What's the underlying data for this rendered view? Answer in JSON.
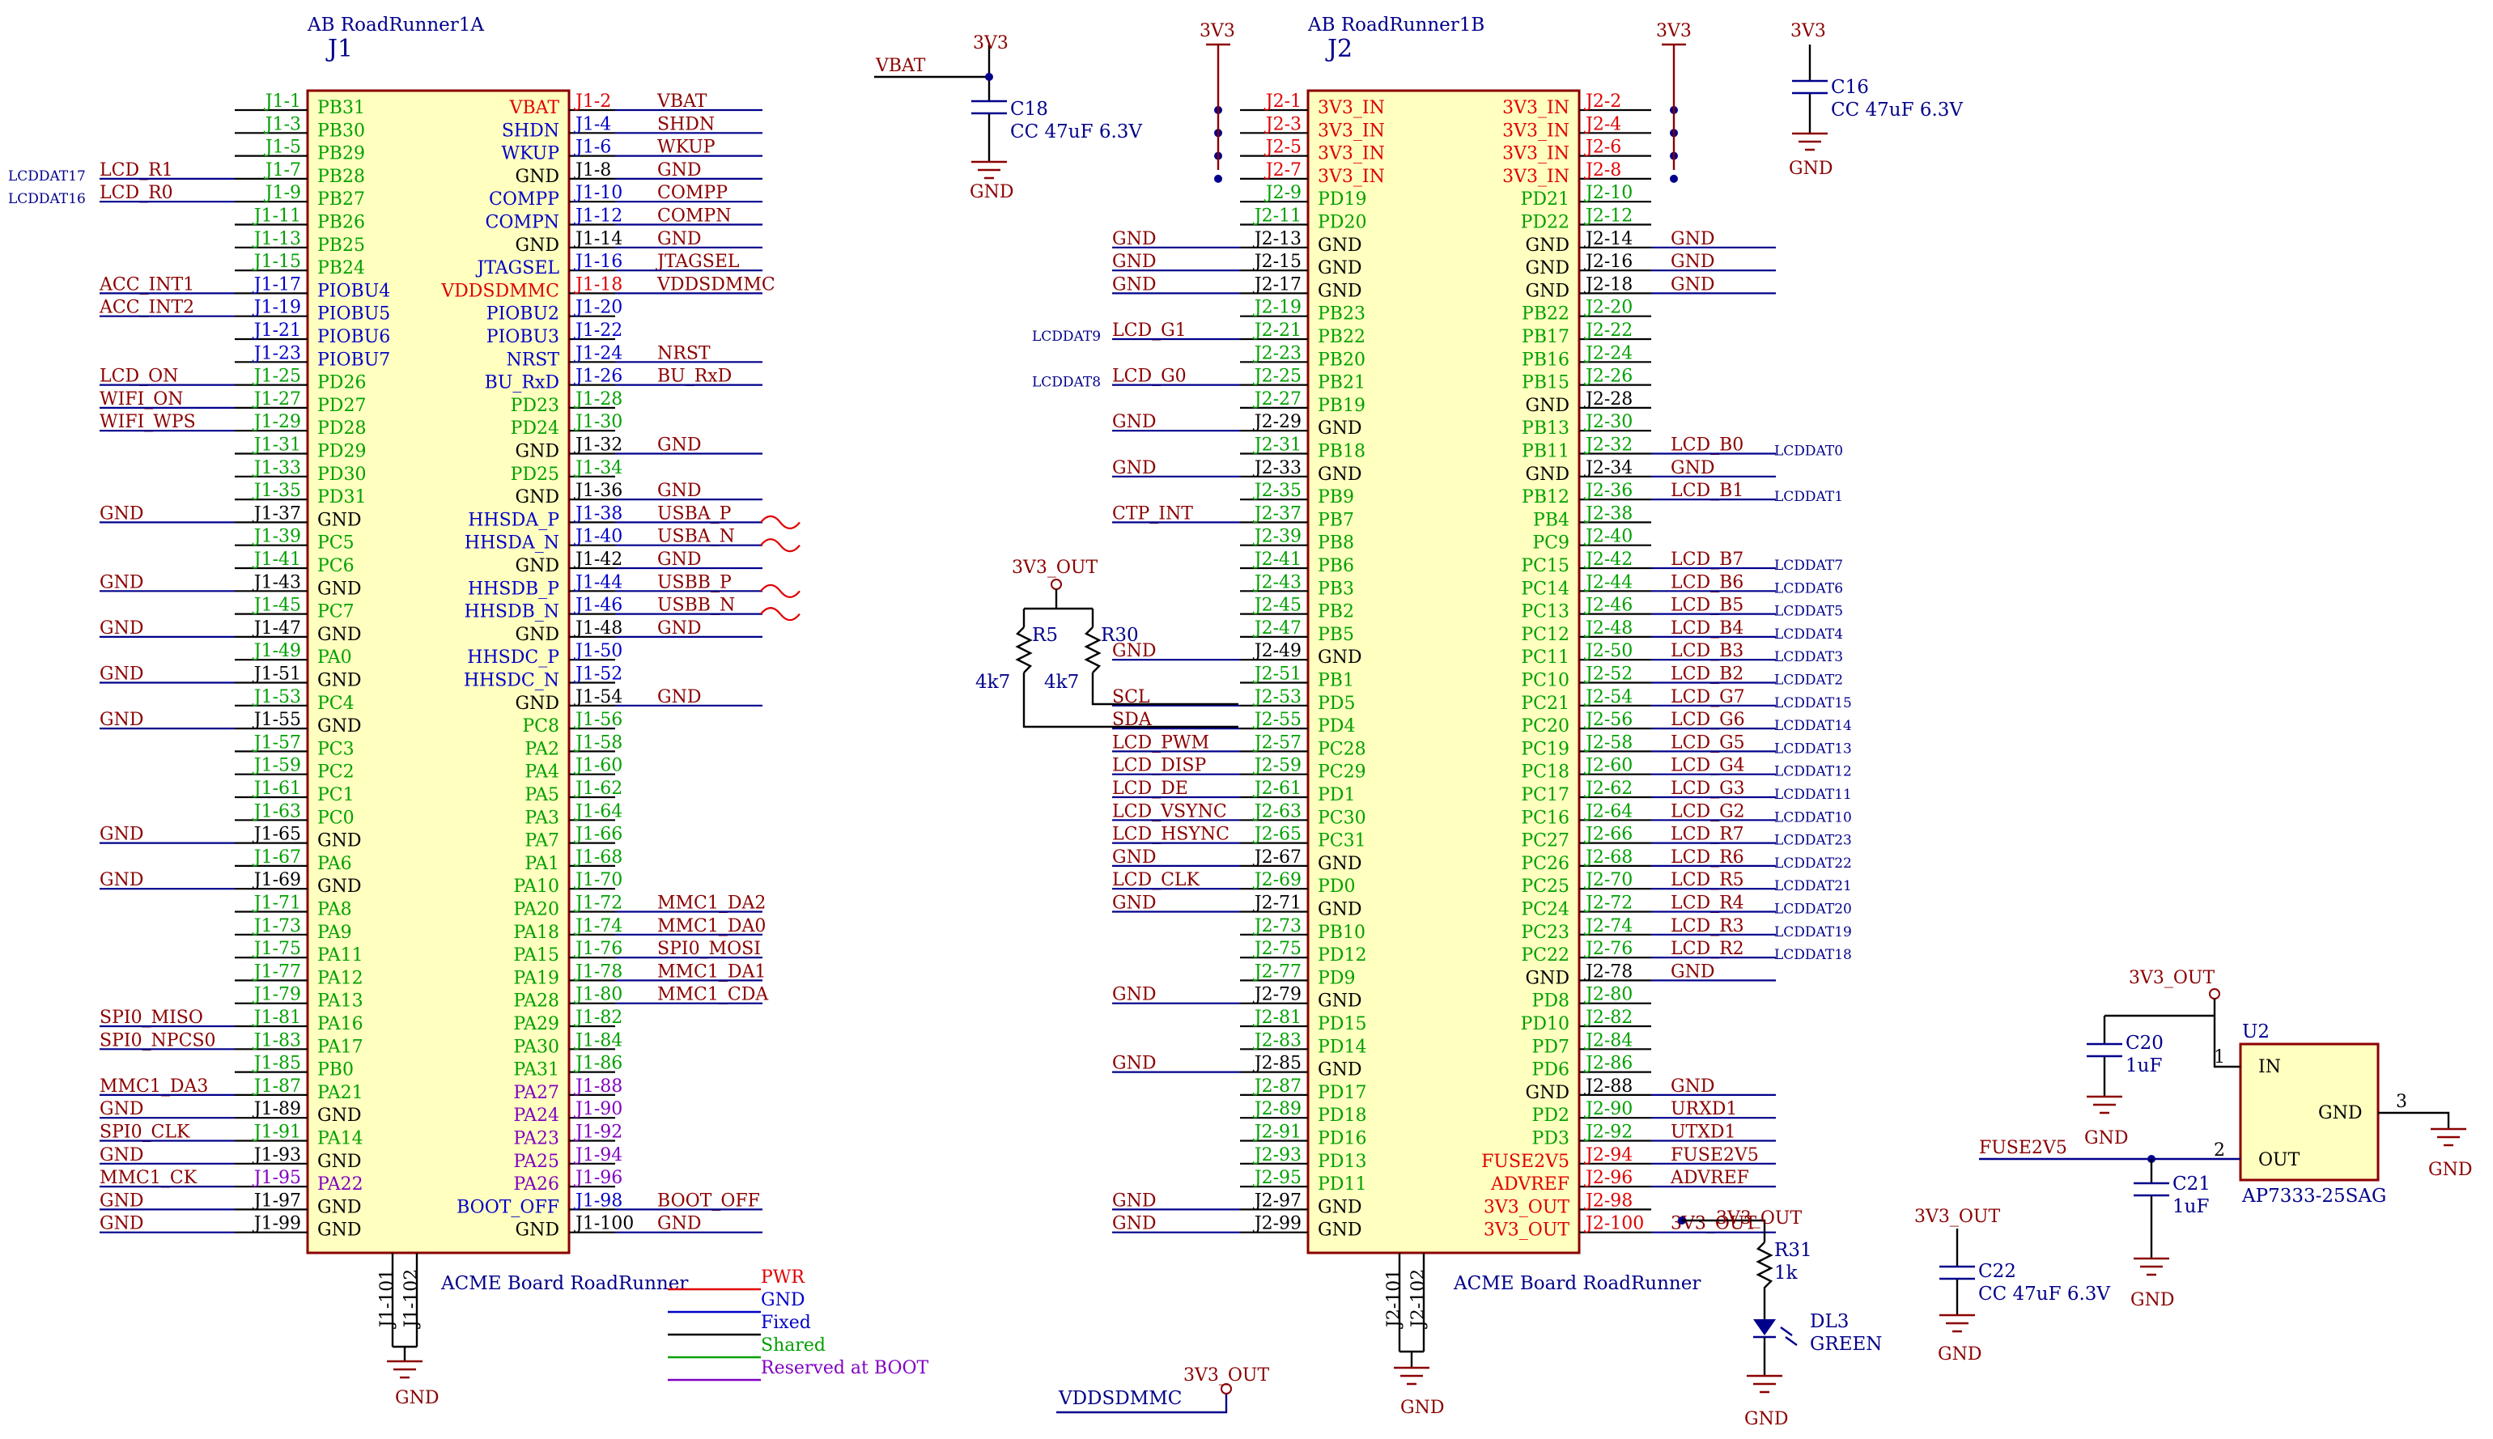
{
  "colors": {
    "red": "#e00000",
    "blue": "#0000c8",
    "green": "#00a000",
    "black": "#000000",
    "purple": "#8000c0",
    "dark": "#8b0000",
    "navy": "#00008b"
  },
  "j1": {
    "title": "AB RoadRunner1A",
    "ref": "J1",
    "footer": "ACME Board RoadRunner",
    "gnd_pins": [
      "J1-101",
      "J1-102"
    ],
    "left": [
      [
        "J1-1",
        "PB31",
        "g",
        "",
        ""
      ],
      [
        "J1-3",
        "PB30",
        "g",
        "",
        ""
      ],
      [
        "J1-5",
        "PB29",
        "g",
        "",
        ""
      ],
      [
        "J1-7",
        "PB28",
        "g",
        "LCD_R1",
        "LCDDAT17"
      ],
      [
        "J1-9",
        "PB27",
        "g",
        "LCD_R0",
        "LCDDAT16"
      ],
      [
        "J1-11",
        "PB26",
        "g",
        "",
        ""
      ],
      [
        "J1-13",
        "PB25",
        "g",
        "",
        ""
      ],
      [
        "J1-15",
        "PB24",
        "g",
        "",
        ""
      ],
      [
        "J1-17",
        "PIOBU4",
        "b",
        "ACC_INT1",
        ""
      ],
      [
        "J1-19",
        "PIOBU5",
        "b",
        "ACC_INT2",
        ""
      ],
      [
        "J1-21",
        "PIOBU6",
        "b",
        "",
        ""
      ],
      [
        "J1-23",
        "PIOBU7",
        "b",
        "",
        ""
      ],
      [
        "J1-25",
        "PD26",
        "g",
        "LCD_ON",
        ""
      ],
      [
        "J1-27",
        "PD27",
        "g",
        "WIFI_ON",
        ""
      ],
      [
        "J1-29",
        "PD28",
        "g",
        "WIFI_WPS",
        ""
      ],
      [
        "J1-31",
        "PD29",
        "g",
        "",
        ""
      ],
      [
        "J1-33",
        "PD30",
        "g",
        "",
        ""
      ],
      [
        "J1-35",
        "PD31",
        "g",
        "",
        ""
      ],
      [
        "J1-37",
        "GND",
        "k",
        "GND",
        ""
      ],
      [
        "J1-39",
        "PC5",
        "g",
        "",
        ""
      ],
      [
        "J1-41",
        "PC6",
        "g",
        "",
        ""
      ],
      [
        "J1-43",
        "GND",
        "k",
        "GND",
        ""
      ],
      [
        "J1-45",
        "PC7",
        "g",
        "",
        ""
      ],
      [
        "J1-47",
        "GND",
        "k",
        "GND",
        ""
      ],
      [
        "J1-49",
        "PA0",
        "g",
        "",
        ""
      ],
      [
        "J1-51",
        "GND",
        "k",
        "GND",
        ""
      ],
      [
        "J1-53",
        "PC4",
        "g",
        "",
        ""
      ],
      [
        "J1-55",
        "GND",
        "k",
        "GND",
        ""
      ],
      [
        "J1-57",
        "PC3",
        "g",
        "",
        ""
      ],
      [
        "J1-59",
        "PC2",
        "g",
        "",
        ""
      ],
      [
        "J1-61",
        "PC1",
        "g",
        "",
        ""
      ],
      [
        "J1-63",
        "PC0",
        "g",
        "",
        ""
      ],
      [
        "J1-65",
        "GND",
        "k",
        "GND",
        ""
      ],
      [
        "J1-67",
        "PA6",
        "g",
        "",
        ""
      ],
      [
        "J1-69",
        "GND",
        "k",
        "GND",
        ""
      ],
      [
        "J1-71",
        "PA8",
        "g",
        "",
        ""
      ],
      [
        "J1-73",
        "PA9",
        "g",
        "",
        ""
      ],
      [
        "J1-75",
        "PA11",
        "g",
        "",
        ""
      ],
      [
        "J1-77",
        "PA12",
        "g",
        "",
        ""
      ],
      [
        "J1-79",
        "PA13",
        "g",
        "",
        ""
      ],
      [
        "J1-81",
        "PA16",
        "g",
        "SPI0_MISO",
        ""
      ],
      [
        "J1-83",
        "PA17",
        "g",
        "SPI0_NPCS0",
        ""
      ],
      [
        "J1-85",
        "PB0",
        "g",
        "",
        ""
      ],
      [
        "J1-87",
        "PA21",
        "g",
        "MMC1_DA3",
        ""
      ],
      [
        "J1-89",
        "GND",
        "k",
        "GND",
        ""
      ],
      [
        "J1-91",
        "PA14",
        "g",
        "SPI0_CLK",
        ""
      ],
      [
        "J1-93",
        "GND",
        "k",
        "GND",
        ""
      ],
      [
        "J1-95",
        "PA22",
        "p",
        "MMC1_CK",
        ""
      ],
      [
        "J1-97",
        "GND",
        "k",
        "GND",
        ""
      ],
      [
        "J1-99",
        "GND",
        "k",
        "GND",
        ""
      ]
    ],
    "right": [
      [
        "J1-2",
        "VBAT",
        "r",
        "VBAT"
      ],
      [
        "J1-4",
        "SHDN",
        "b",
        "SHDN"
      ],
      [
        "J1-6",
        "WKUP",
        "b",
        "WKUP"
      ],
      [
        "J1-8",
        "GND",
        "k",
        "GND"
      ],
      [
        "J1-10",
        "COMPP",
        "b",
        "COMPP"
      ],
      [
        "J1-12",
        "COMPN",
        "b",
        "COMPN"
      ],
      [
        "J1-14",
        "GND",
        "k",
        "GND"
      ],
      [
        "J1-16",
        "JTAGSEL",
        "b",
        "JTAGSEL"
      ],
      [
        "J1-18",
        "VDDSDMMC",
        "r",
        "VDDSDMMC"
      ],
      [
        "J1-20",
        "PIOBU2",
        "b",
        ""
      ],
      [
        "J1-22",
        "PIOBU3",
        "b",
        ""
      ],
      [
        "J1-24",
        "NRST",
        "b",
        "NRST"
      ],
      [
        "J1-26",
        "BU_RxD",
        "b",
        "BU_RxD"
      ],
      [
        "J1-28",
        "PD23",
        "g",
        ""
      ],
      [
        "J1-30",
        "PD24",
        "g",
        ""
      ],
      [
        "J1-32",
        "GND",
        "k",
        "GND"
      ],
      [
        "J1-34",
        "PD25",
        "g",
        ""
      ],
      [
        "J1-36",
        "GND",
        "k",
        "GND"
      ],
      [
        "J1-38",
        "HHSDA_P",
        "b",
        "USBA_P"
      ],
      [
        "J1-40",
        "HHSDA_N",
        "b",
        "USBA_N"
      ],
      [
        "J1-42",
        "GND",
        "k",
        "GND"
      ],
      [
        "J1-44",
        "HHSDB_P",
        "b",
        "USBB_P"
      ],
      [
        "J1-46",
        "HHSDB_N",
        "b",
        "USBB_N"
      ],
      [
        "J1-48",
        "GND",
        "k",
        "GND"
      ],
      [
        "J1-50",
        "HHSDC_P",
        "b",
        ""
      ],
      [
        "J1-52",
        "HHSDC_N",
        "b",
        ""
      ],
      [
        "J1-54",
        "GND",
        "k",
        "GND"
      ],
      [
        "J1-56",
        "PC8",
        "g",
        ""
      ],
      [
        "J1-58",
        "PA2",
        "g",
        ""
      ],
      [
        "J1-60",
        "PA4",
        "g",
        ""
      ],
      [
        "J1-62",
        "PA5",
        "g",
        ""
      ],
      [
        "J1-64",
        "PA3",
        "g",
        ""
      ],
      [
        "J1-66",
        "PA7",
        "g",
        ""
      ],
      [
        "J1-68",
        "PA1",
        "g",
        ""
      ],
      [
        "J1-70",
        "PA10",
        "g",
        ""
      ],
      [
        "J1-72",
        "PA20",
        "g",
        "MMC1_DA2"
      ],
      [
        "J1-74",
        "PA18",
        "g",
        "MMC1_DA0"
      ],
      [
        "J1-76",
        "PA15",
        "g",
        "SPI0_MOSI"
      ],
      [
        "J1-78",
        "PA19",
        "g",
        "MMC1_DA1"
      ],
      [
        "J1-80",
        "PA28",
        "g",
        "MMC1_CDA"
      ],
      [
        "J1-82",
        "PA29",
        "g",
        ""
      ],
      [
        "J1-84",
        "PA30",
        "g",
        ""
      ],
      [
        "J1-86",
        "PA31",
        "g",
        ""
      ],
      [
        "J1-88",
        "PA27",
        "p",
        ""
      ],
      [
        "J1-90",
        "PA24",
        "p",
        ""
      ],
      [
        "J1-92",
        "PA23",
        "p",
        ""
      ],
      [
        "J1-94",
        "PA25",
        "p",
        ""
      ],
      [
        "J1-96",
        "PA26",
        "p",
        ""
      ],
      [
        "J1-98",
        "BOOT_OFF",
        "b",
        "BOOT_OFF"
      ],
      [
        "J1-100",
        "GND",
        "k",
        "GND"
      ]
    ]
  },
  "j2": {
    "title": "AB RoadRunner1B",
    "ref": "J2",
    "footer": "ACME Board RoadRunner",
    "gnd_pins": [
      "J2-101",
      "J2-102"
    ],
    "left": [
      [
        "J2-1",
        "3V3_IN",
        "r",
        "",
        ""
      ],
      [
        "J2-3",
        "3V3_IN",
        "r",
        "",
        ""
      ],
      [
        "J2-5",
        "3V3_IN",
        "r",
        "",
        ""
      ],
      [
        "J2-7",
        "3V3_IN",
        "r",
        "",
        ""
      ],
      [
        "J2-9",
        "PD19",
        "g",
        "",
        ""
      ],
      [
        "J2-11",
        "PD20",
        "g",
        "",
        ""
      ],
      [
        "J2-13",
        "GND",
        "k",
        "GND",
        ""
      ],
      [
        "J2-15",
        "GND",
        "k",
        "GND",
        ""
      ],
      [
        "J2-17",
        "GND",
        "k",
        "GND",
        ""
      ],
      [
        "J2-19",
        "PB23",
        "g",
        "",
        ""
      ],
      [
        "J2-21",
        "PB22",
        "g",
        "LCD_G1",
        "LCDDAT9"
      ],
      [
        "J2-23",
        "PB20",
        "g",
        "",
        ""
      ],
      [
        "J2-25",
        "PB21",
        "g",
        "LCD_G0",
        "LCDDAT8"
      ],
      [
        "J2-27",
        "PB19",
        "g",
        "",
        ""
      ],
      [
        "J2-29",
        "GND",
        "k",
        "GND",
        ""
      ],
      [
        "J2-31",
        "PB18",
        "g",
        "",
        ""
      ],
      [
        "J2-33",
        "GND",
        "k",
        "GND",
        ""
      ],
      [
        "J2-35",
        "PB9",
        "g",
        "",
        ""
      ],
      [
        "J2-37",
        "PB7",
        "g",
        "CTP_INT",
        ""
      ],
      [
        "J2-39",
        "PB8",
        "g",
        "",
        ""
      ],
      [
        "J2-41",
        "PB6",
        "g",
        "",
        ""
      ],
      [
        "J2-43",
        "PB3",
        "g",
        "",
        ""
      ],
      [
        "J2-45",
        "PB2",
        "g",
        "",
        ""
      ],
      [
        "J2-47",
        "PB5",
        "g",
        "",
        ""
      ],
      [
        "J2-49",
        "GND",
        "k",
        "GND",
        ""
      ],
      [
        "J2-51",
        "PB1",
        "g",
        "",
        ""
      ],
      [
        "J2-53",
        "PD5",
        "g",
        "SCL",
        ""
      ],
      [
        "J2-55",
        "PD4",
        "g",
        "SDA",
        ""
      ],
      [
        "J2-57",
        "PC28",
        "g",
        "LCD_PWM",
        ""
      ],
      [
        "J2-59",
        "PC29",
        "g",
        "LCD_DISP",
        ""
      ],
      [
        "J2-61",
        "PD1",
        "g",
        "LCD_DE",
        ""
      ],
      [
        "J2-63",
        "PC30",
        "g",
        "LCD_VSYNC",
        ""
      ],
      [
        "J2-65",
        "PC31",
        "g",
        "LCD_HSYNC",
        ""
      ],
      [
        "J2-67",
        "GND",
        "k",
        "GND",
        ""
      ],
      [
        "J2-69",
        "PD0",
        "g",
        "LCD_CLK",
        ""
      ],
      [
        "J2-71",
        "GND",
        "k",
        "GND",
        ""
      ],
      [
        "J2-73",
        "PB10",
        "g",
        "",
        ""
      ],
      [
        "J2-75",
        "PD12",
        "g",
        "",
        ""
      ],
      [
        "J2-77",
        "PD9",
        "g",
        "",
        ""
      ],
      [
        "J2-79",
        "GND",
        "k",
        "GND",
        ""
      ],
      [
        "J2-81",
        "PD15",
        "g",
        "",
        ""
      ],
      [
        "J2-83",
        "PD14",
        "g",
        "",
        ""
      ],
      [
        "J2-85",
        "GND",
        "k",
        "GND",
        ""
      ],
      [
        "J2-87",
        "PD17",
        "g",
        "",
        ""
      ],
      [
        "J2-89",
        "PD18",
        "g",
        "",
        ""
      ],
      [
        "J2-91",
        "PD16",
        "g",
        "",
        ""
      ],
      [
        "J2-93",
        "PD13",
        "g",
        "",
        ""
      ],
      [
        "J2-95",
        "PD11",
        "g",
        "",
        ""
      ],
      [
        "J2-97",
        "GND",
        "k",
        "GND",
        ""
      ],
      [
        "J2-99",
        "GND",
        "k",
        "GND",
        ""
      ]
    ],
    "right": [
      [
        "J2-2",
        "3V3_IN",
        "r",
        "",
        ""
      ],
      [
        "J2-4",
        "3V3_IN",
        "r",
        "",
        ""
      ],
      [
        "J2-6",
        "3V3_IN",
        "r",
        "",
        ""
      ],
      [
        "J2-8",
        "3V3_IN",
        "r",
        "",
        ""
      ],
      [
        "J2-10",
        "PD21",
        "g",
        "",
        ""
      ],
      [
        "J2-12",
        "PD22",
        "g",
        "",
        ""
      ],
      [
        "J2-14",
        "GND",
        "k",
        "GND",
        ""
      ],
      [
        "J2-16",
        "GND",
        "k",
        "GND",
        ""
      ],
      [
        "J2-18",
        "GND",
        "k",
        "GND",
        ""
      ],
      [
        "J2-20",
        "PB22",
        "g",
        "",
        ""
      ],
      [
        "J2-22",
        "PB17",
        "g",
        "",
        ""
      ],
      [
        "J2-24",
        "PB16",
        "g",
        "",
        ""
      ],
      [
        "J2-26",
        "PB15",
        "g",
        "",
        ""
      ],
      [
        "J2-28",
        "GND",
        "k",
        "",
        ""
      ],
      [
        "J2-30",
        "PB13",
        "g",
        "",
        ""
      ],
      [
        "J2-32",
        "PB11",
        "g",
        "LCD_B0",
        "LCDDAT0"
      ],
      [
        "J2-34",
        "GND",
        "k",
        "GND",
        ""
      ],
      [
        "J2-36",
        "PB12",
        "g",
        "LCD_B1",
        "LCDDAT1"
      ],
      [
        "J2-38",
        "PB4",
        "g",
        "",
        ""
      ],
      [
        "J2-40",
        "PC9",
        "g",
        "",
        ""
      ],
      [
        "J2-42",
        "PC15",
        "g",
        "LCD_B7",
        "LCDDAT7"
      ],
      [
        "J2-44",
        "PC14",
        "g",
        "LCD_B6",
        "LCDDAT6"
      ],
      [
        "J2-46",
        "PC13",
        "g",
        "LCD_B5",
        "LCDDAT5"
      ],
      [
        "J2-48",
        "PC12",
        "g",
        "LCD_B4",
        "LCDDAT4"
      ],
      [
        "J2-50",
        "PC11",
        "g",
        "LCD_B3",
        "LCDDAT3"
      ],
      [
        "J2-52",
        "PC10",
        "g",
        "LCD_B2",
        "LCDDAT2"
      ],
      [
        "J2-54",
        "PC21",
        "g",
        "LCD_G7",
        "LCDDAT15"
      ],
      [
        "J2-56",
        "PC20",
        "g",
        "LCD_G6",
        "LCDDAT14"
      ],
      [
        "J2-58",
        "PC19",
        "g",
        "LCD_G5",
        "LCDDAT13"
      ],
      [
        "J2-60",
        "PC18",
        "g",
        "LCD_G4",
        "LCDDAT12"
      ],
      [
        "J2-62",
        "PC17",
        "g",
        "LCD_G3",
        "LCDDAT11"
      ],
      [
        "J2-64",
        "PC16",
        "g",
        "LCD_G2",
        "LCDDAT10"
      ],
      [
        "J2-66",
        "PC27",
        "g",
        "LCD_R7",
        "LCDDAT23"
      ],
      [
        "J2-68",
        "PC26",
        "g",
        "LCD_R6",
        "LCDDAT22"
      ],
      [
        "J2-70",
        "PC25",
        "g",
        "LCD_R5",
        "LCDDAT21"
      ],
      [
        "J2-72",
        "PC24",
        "g",
        "LCD_R4",
        "LCDDAT20"
      ],
      [
        "J2-74",
        "PC23",
        "g",
        "LCD_R3",
        "LCDDAT19"
      ],
      [
        "J2-76",
        "PC22",
        "g",
        "LCD_R2",
        "LCDDAT18"
      ],
      [
        "J2-78",
        "GND",
        "k",
        "GND",
        ""
      ],
      [
        "J2-80",
        "PD8",
        "g",
        "",
        ""
      ],
      [
        "J2-82",
        "PD10",
        "g",
        "",
        ""
      ],
      [
        "J2-84",
        "PD7",
        "g",
        "",
        ""
      ],
      [
        "J2-86",
        "PD6",
        "g",
        "",
        ""
      ],
      [
        "J2-88",
        "GND",
        "k",
        "GND",
        ""
      ],
      [
        "J2-90",
        "PD2",
        "g",
        "URXD1",
        ""
      ],
      [
        "J2-92",
        "PD3",
        "g",
        "UTXD1",
        ""
      ],
      [
        "J2-94",
        "FUSE2V5",
        "r",
        "FUSE2V5",
        ""
      ],
      [
        "J2-96",
        "ADVREF",
        "r",
        "ADVREF",
        ""
      ],
      [
        "J2-98",
        "3V3_OUT",
        "r",
        "",
        ""
      ],
      [
        "J2-100",
        "3V3_OUT",
        "r",
        "3V3_OUT",
        ""
      ]
    ]
  },
  "parts": {
    "c18": {
      "ref": "C18",
      "val": "CC 47uF 6.3V",
      "net": "VBAT"
    },
    "c16": {
      "ref": "C16",
      "val": "CC 47uF 6.3V"
    },
    "c20": {
      "ref": "C20",
      "val": "1uF"
    },
    "c21": {
      "ref": "C21",
      "val": "1uF"
    },
    "c22": {
      "ref": "C22",
      "val": "CC 47uF 6.3V"
    },
    "r5": {
      "ref": "R5",
      "val": "4k7"
    },
    "r30": {
      "ref": "R30",
      "val": "4k7"
    },
    "r31": {
      "ref": "R31",
      "val": "1k"
    },
    "dl3": {
      "ref": "DL3",
      "val": "GREEN"
    },
    "u2": {
      "ref": "U2",
      "name": "AP7333-25SAG",
      "in": "IN",
      "out": "OUT",
      "gnd": "GND",
      "p1": "1",
      "p2": "2",
      "p3": "3"
    }
  },
  "nets": {
    "v33": "3V3",
    "v33out": "3V3_OUT",
    "gnd": "GND",
    "fuse": "FUSE2V5",
    "vddsdmmc": "VDDSDMMC"
  },
  "legend": [
    {
      "label": "PWR",
      "color": "r"
    },
    {
      "label": "GND",
      "color": "b"
    },
    {
      "label": "Fixed",
      "color": "b"
    },
    {
      "label": "Shared",
      "color": "g"
    },
    {
      "label": "Reserved at BOOT",
      "color": "p"
    }
  ]
}
